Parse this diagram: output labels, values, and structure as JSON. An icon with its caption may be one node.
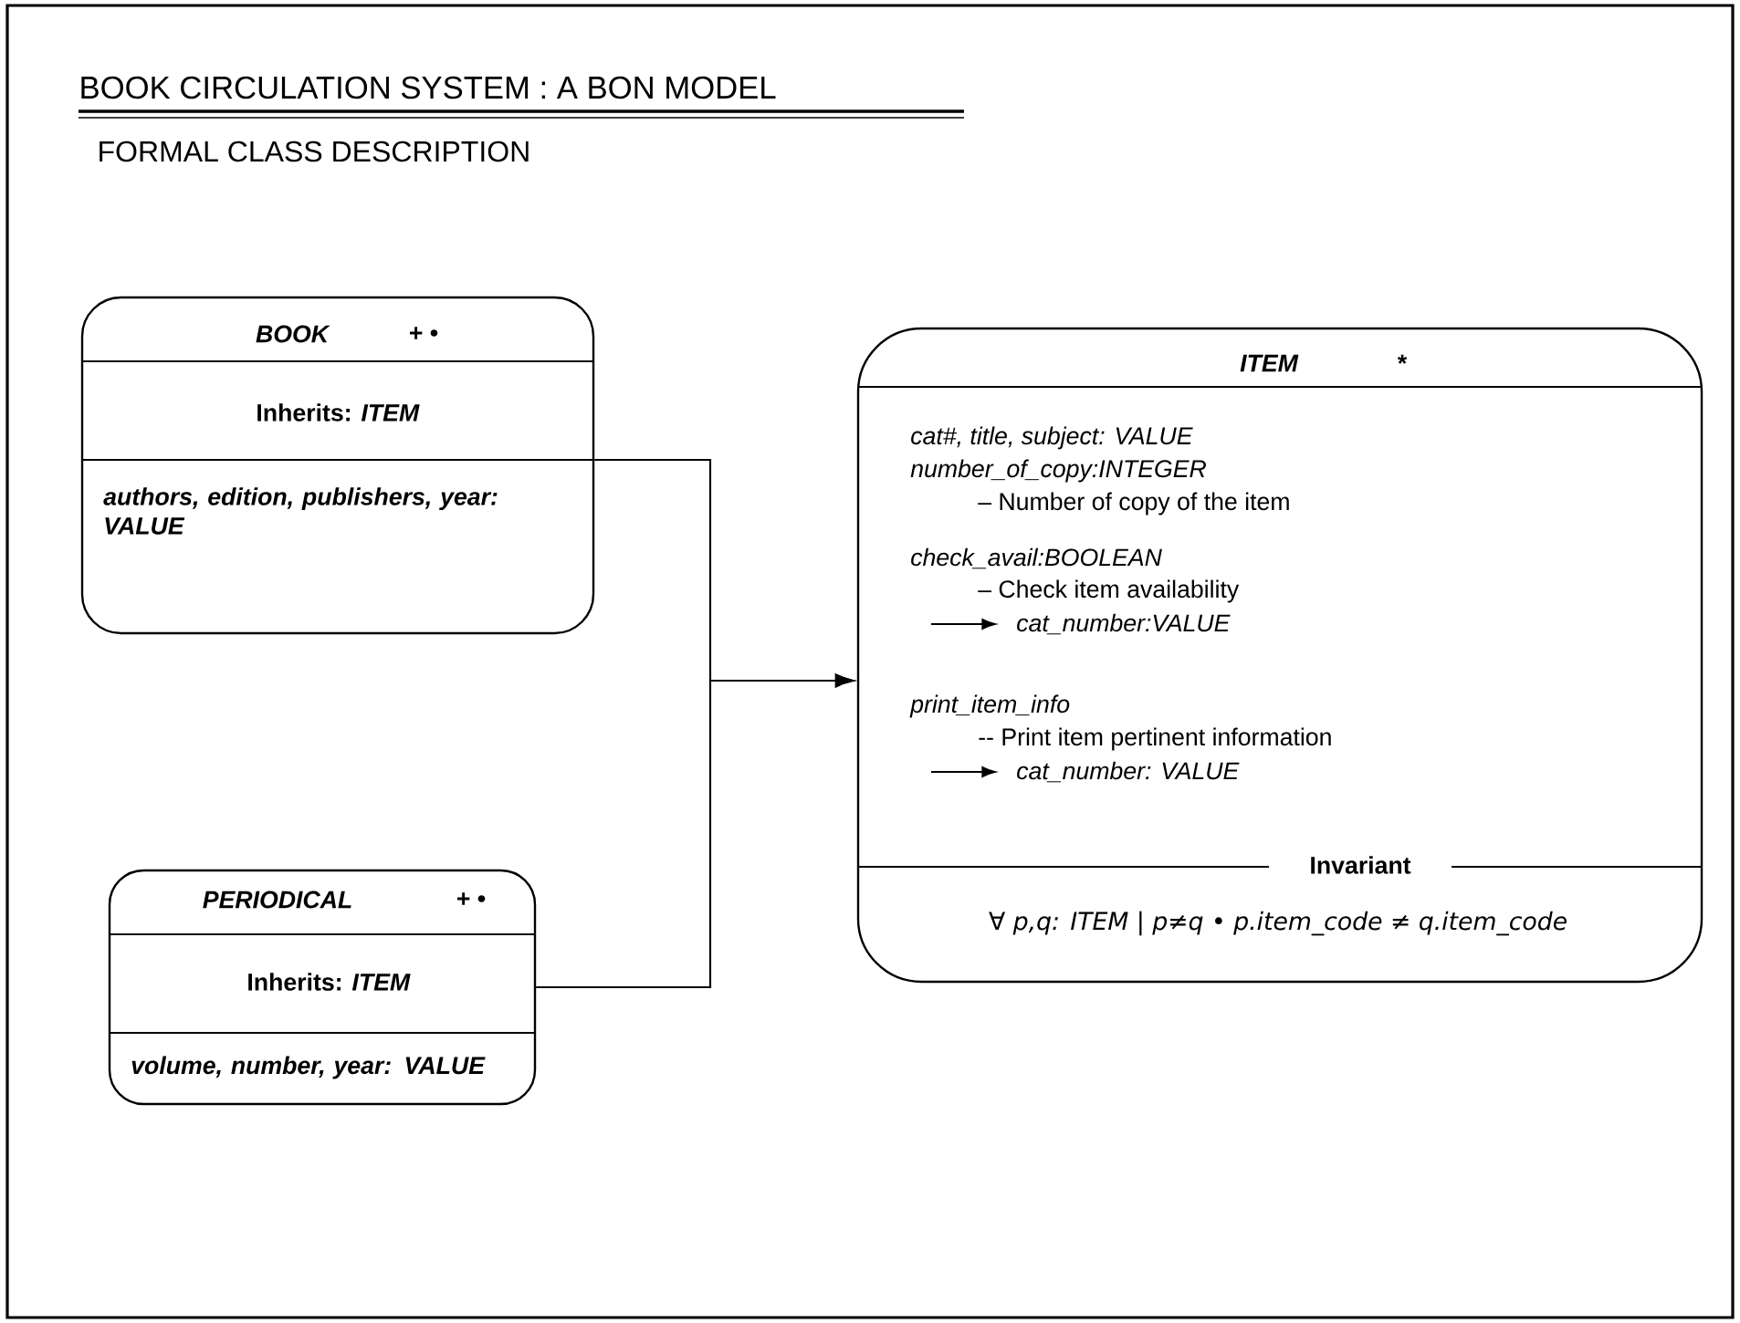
{
  "diagram": {
    "title": "BOOK CIRCULATION SYSTEM : A BON MODEL",
    "nodes": [
      {
        "text": [
          "BOOK",
          "+ •",
          "Inherits: *ITEM*",
          "authors, edition, publishers, year: VALUE"
        ]
      },
      {
        "text": [
          "ITEM",
          "*",
          "cat#, title, subject: VALUE",
          "number_of_copy:INTEGER",
          "– Number of copy of the item",
          "check_avail:BOOLEAN",
          "– Check item availability",
          "cat_number:VALUE",
          "print_item_info",
          "-- Print item pertinent information",
          "cat_number: VALUE",
          "Invariant",
          "∀ p,q: ITEM | p≠q • p.item_code ≠ q.item_code"
        ]
      },
      {
        "text": [
          "PERIODICAL",
          "+ •",
          "Inherits: *ITEM*",
          "volume, number, year: VALUE"
        ]
      }
    ],
    "edges": [
      {
        "from": 0,
        "to": 1,
        "arrow": "to"
      },
      {
        "from": 2,
        "to": 1,
        "arrow": "to"
      }
    ],
    "labels": [
      "FORMAL CLASS DESCRIPTION"
    ]
  }
}
